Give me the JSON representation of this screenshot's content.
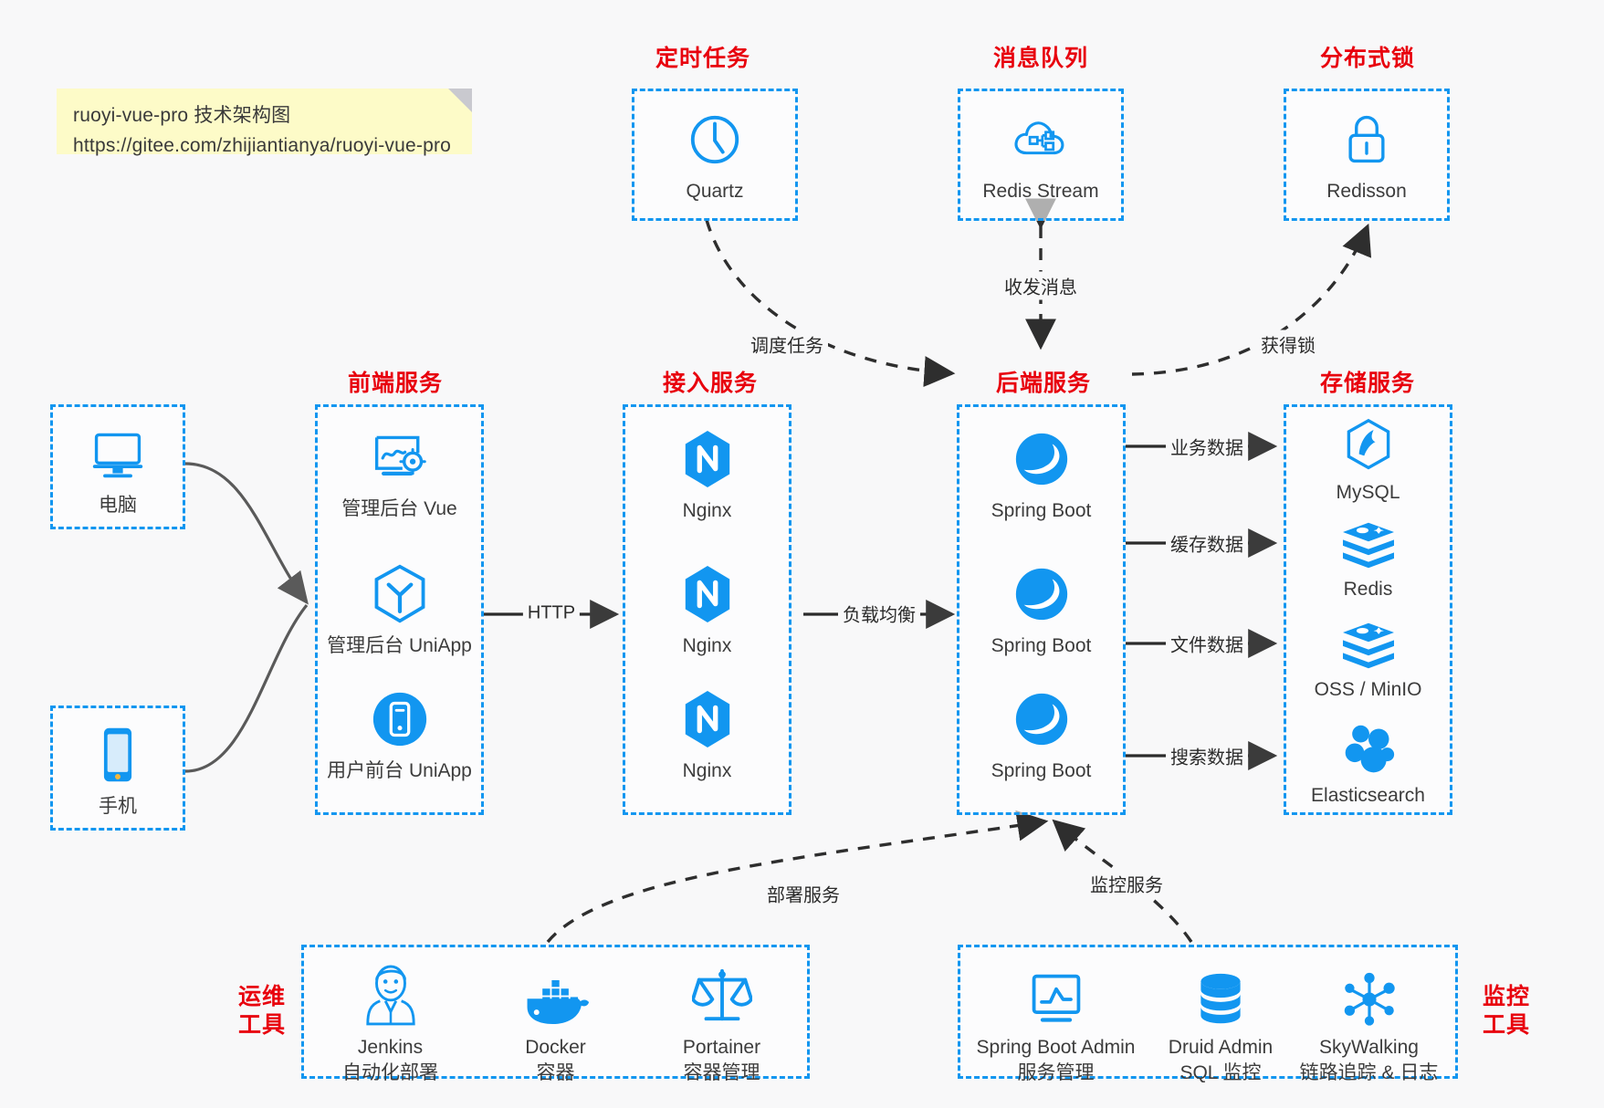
{
  "note": {
    "line1": "ruoyi-vue-pro 技术架构图",
    "line2": "https://gitee.com/zhijiantianya/ruoyi-vue-pro"
  },
  "colors": {
    "accent_blue": "#1296f0",
    "caption_red": "#e8000d",
    "background": "#f8f8f9",
    "note_yellow": "#fdfbc8",
    "line_dark": "#3b3b3b"
  },
  "captions": {
    "scheduled_tasks": "定时任务",
    "message_queue": "消息队列",
    "distributed_lock": "分布式锁",
    "frontend_services": "前端服务",
    "gateway_services": "接入服务",
    "backend_services": "后端服务",
    "storage_services": "存储服务",
    "devops_tools_l1": "运维",
    "devops_tools_l2": "工具",
    "monitor_tools_l1": "监控",
    "monitor_tools_l2": "工具"
  },
  "clients": [
    {
      "label": "电脑",
      "icon": "desktop-computer-icon"
    },
    {
      "label": "手机",
      "icon": "mobile-phone-icon"
    }
  ],
  "scheduled": [
    {
      "label": "Quartz",
      "icon": "clock-icon"
    }
  ],
  "mq": [
    {
      "label": "Redis Stream",
      "icon": "cloud-stream-icon"
    }
  ],
  "lock": [
    {
      "label": "Redisson",
      "icon": "padlock-icon"
    }
  ],
  "frontend": [
    {
      "label": "管理后台 Vue",
      "icon": "admin-dashboard-icon"
    },
    {
      "label": "管理后台 UniApp",
      "icon": "uniapp-cube-icon"
    },
    {
      "label": "用户前台 UniApp",
      "icon": "mobile-app-icon"
    }
  ],
  "gateway": [
    {
      "label": "Nginx",
      "icon": "nginx-icon"
    },
    {
      "label": "Nginx",
      "icon": "nginx-icon"
    },
    {
      "label": "Nginx",
      "icon": "nginx-icon"
    }
  ],
  "backend": [
    {
      "label": "Spring Boot",
      "icon": "spring-boot-icon"
    },
    {
      "label": "Spring Boot",
      "icon": "spring-boot-icon"
    },
    {
      "label": "Spring Boot",
      "icon": "spring-boot-icon"
    }
  ],
  "storage": [
    {
      "label": "MySQL",
      "icon": "mysql-icon"
    },
    {
      "label": "Redis",
      "icon": "redis-icon"
    },
    {
      "label": "OSS / MinIO",
      "icon": "oss-minio-icon"
    },
    {
      "label": "Elasticsearch",
      "icon": "elasticsearch-icon"
    }
  ],
  "devops_tools": [
    {
      "name": "Jenkins",
      "desc": "自动化部署",
      "icon": "jenkins-butler-icon"
    },
    {
      "name": "Docker",
      "desc": "容器",
      "icon": "docker-whale-icon"
    },
    {
      "name": "Portainer",
      "desc": "容器管理",
      "icon": "portainer-scales-icon"
    }
  ],
  "monitor_tools": [
    {
      "name": "Spring Boot Admin",
      "desc": "服务管理",
      "icon": "monitor-chart-icon"
    },
    {
      "name": "Druid Admin",
      "desc": "SQL 监控",
      "icon": "database-stack-icon"
    },
    {
      "name": "SkyWalking",
      "desc": "链路追踪 & 日志",
      "icon": "skywalking-node-icon"
    }
  ],
  "edges": [
    {
      "id": "http",
      "label": "HTTP"
    },
    {
      "id": "load-balance",
      "label": "负载均衡"
    },
    {
      "id": "schedule-task",
      "label": "调度任务"
    },
    {
      "id": "send-receive-message",
      "label": "收发消息"
    },
    {
      "id": "acquire-lock",
      "label": "获得锁"
    },
    {
      "id": "business-data",
      "label": "业务数据"
    },
    {
      "id": "cache-data",
      "label": "缓存数据"
    },
    {
      "id": "file-data",
      "label": "文件数据"
    },
    {
      "id": "search-data",
      "label": "搜索数据"
    },
    {
      "id": "deploy-service",
      "label": "部署服务"
    },
    {
      "id": "monitor-service",
      "label": "监控服务"
    }
  ]
}
